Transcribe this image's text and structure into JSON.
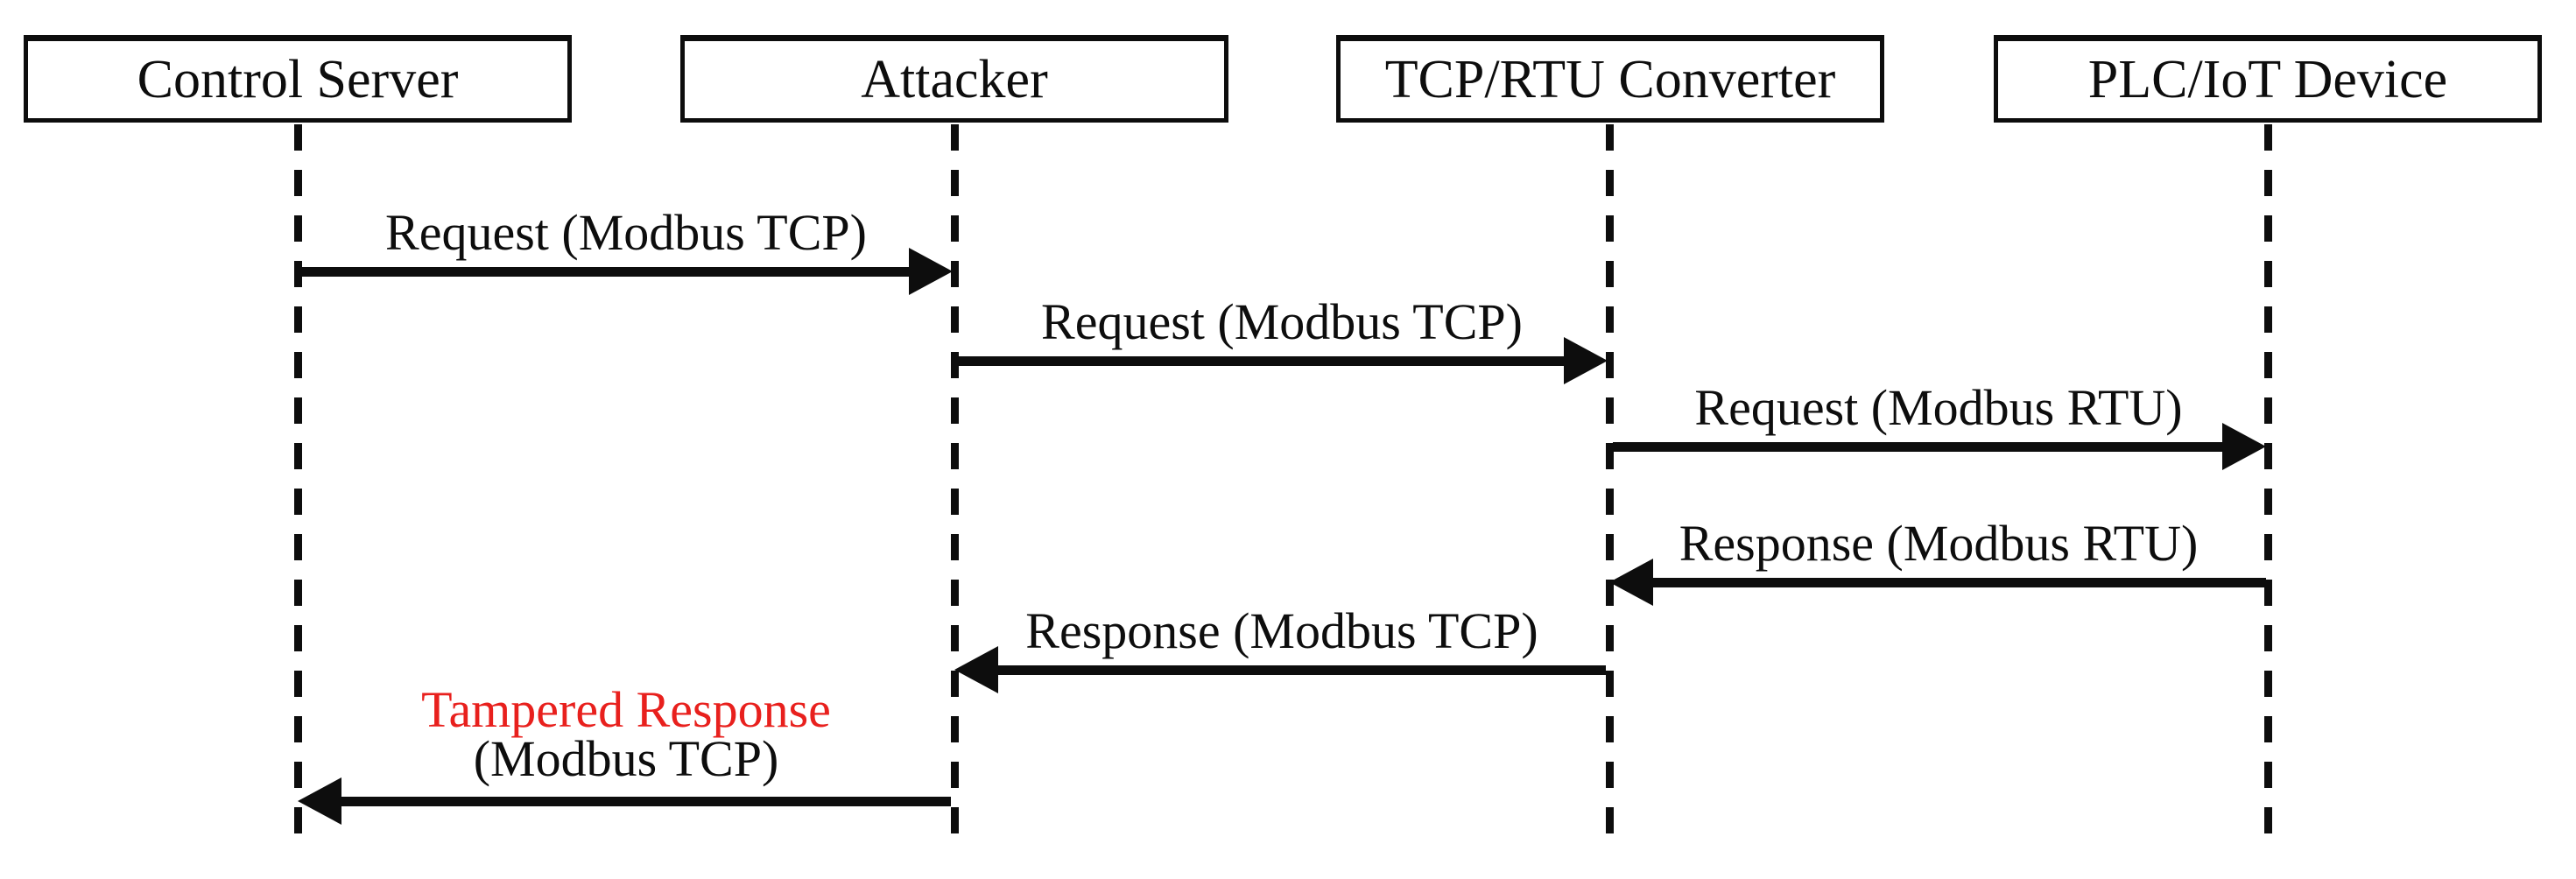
{
  "colors": {
    "ink": "#0d0d0d",
    "alert_red": "#e8201d",
    "background": "#ffffff"
  },
  "diagram_type": "sequence-diagram",
  "actors": [
    {
      "label": "Control Server"
    },
    {
      "label": "Attacker"
    },
    {
      "label": "TCP/RTU Converter"
    },
    {
      "label": "PLC/IoT Device"
    }
  ],
  "messages": [
    {
      "label": "Request (Modbus TCP)",
      "from": "Control Server",
      "to": "Attacker",
      "direction": "right",
      "color": "black"
    },
    {
      "label": "Request (Modbus TCP)",
      "from": "Attacker",
      "to": "TCP/RTU Converter",
      "direction": "right",
      "color": "black"
    },
    {
      "label": "Request (Modbus RTU)",
      "from": "TCP/RTU Converter",
      "to": "PLC/IoT Device",
      "direction": "right",
      "color": "black"
    },
    {
      "label": "Response (Modbus RTU)",
      "from": "PLC/IoT Device",
      "to": "TCP/RTU Converter",
      "direction": "left",
      "color": "black"
    },
    {
      "label": "Response (Modbus TCP)",
      "from": "TCP/RTU Converter",
      "to": "Attacker",
      "direction": "left",
      "color": "black"
    },
    {
      "label_line1": "Tampered Response",
      "label_line2": "(Modbus TCP)",
      "from": "Attacker",
      "to": "Control Server",
      "direction": "left",
      "color": "red-emphasis"
    }
  ]
}
